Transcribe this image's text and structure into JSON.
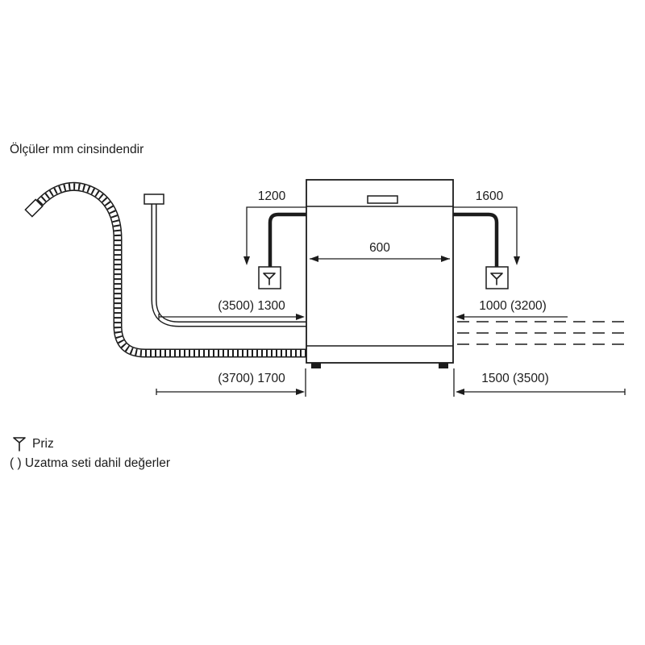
{
  "title": "Ölçüler mm cinsindendir",
  "dimensions": {
    "left_socket_height": "1200",
    "right_socket_height": "1600",
    "appliance_width": "600",
    "upper_left": "(3500) 1300",
    "upper_right": "1000 (3200)",
    "lower_left": "(3700) 1700",
    "lower_right": "1500 (3500)"
  },
  "legend": {
    "socket": "Priz",
    "note": "( ) Uzatma seti dahil değerler"
  }
}
